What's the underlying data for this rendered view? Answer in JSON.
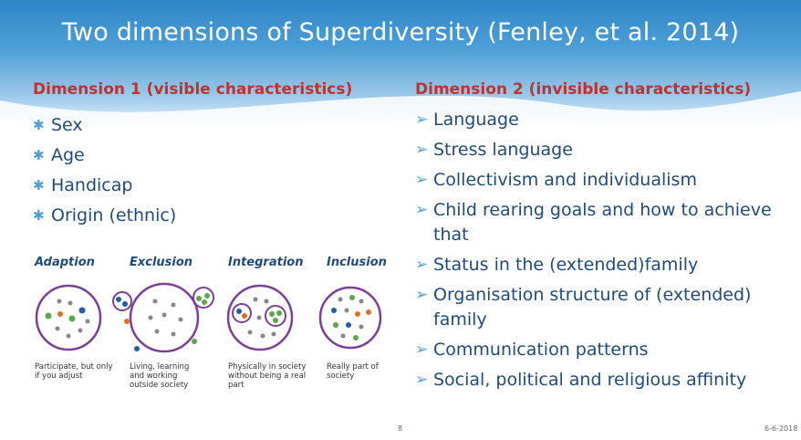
{
  "slide": {
    "title": "Two dimensions of Superdiversity (Fenley, et al. 2014)",
    "dimension1": {
      "heading": "Dimension 1 (visible characteristics)",
      "items": [
        "Sex",
        "Age",
        "Handicap",
        "Origin (ethnic)"
      ]
    },
    "dimension2": {
      "heading": "Dimension 2 (invisible characteristics)",
      "items": [
        "Language",
        "Stress language",
        "Collectivism and individualism",
        "Child rearing goals and how to achieve that",
        "Status in the (extended)family",
        "Organisation structure of (extended) family",
        "Communication patterns",
        "Social, political and religious affinity"
      ]
    },
    "diagram": {
      "labels": [
        "Adaption",
        "Exclusion",
        "Integration",
        "Inclusion"
      ],
      "captions": [
        "Participate, but only if you adjust",
        "Living, learning and working outside society",
        "Physically in society without being a real part",
        "Really part of society"
      ]
    },
    "page_number": "8",
    "date": "6-6-2018"
  },
  "colors": {
    "heading_red": "#c0322b",
    "text_blue": "#1f4b7c",
    "accent_blue": "#4f9fd6",
    "circle_purple": "#7b3f98"
  }
}
